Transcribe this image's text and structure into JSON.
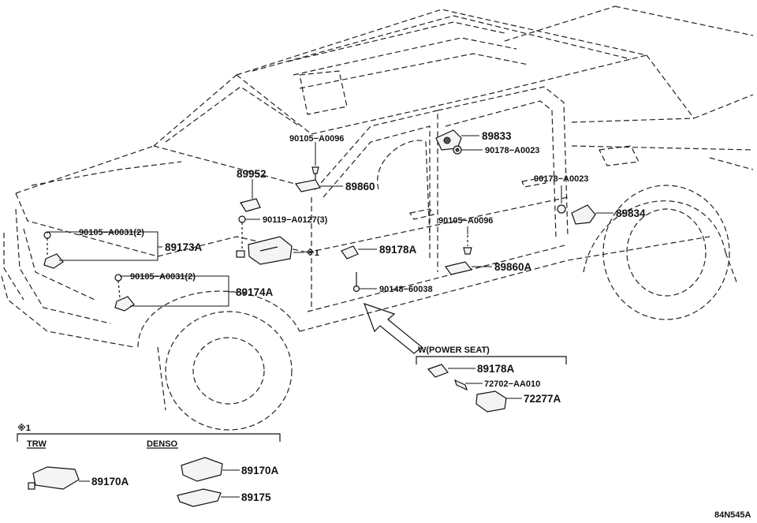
{
  "diagram_code": "84N545A",
  "mark_note": "※1",
  "callouts": {
    "p89833": "89833",
    "p90178_a": "90178−A0023",
    "p90105_a": "90105−A0096",
    "p89952": "89952",
    "p89860": "89860",
    "p90119": "90119−A0127(3)",
    "p90105_c": "90105−A0031(2)",
    "p89173a": "89173A",
    "p90105_d": "90105−A0031(2)",
    "p89174a": "89174A",
    "p89178a_main": "89178A",
    "p90148": "90148−60038",
    "p90105_b": "90105−A0096",
    "p89860a": "89860A",
    "p90178_b": "90178−A0023",
    "p89834": "89834",
    "mark_on_ecu": "※1"
  },
  "power_seat": {
    "title": "W(POWER SEAT)",
    "p89178a": "89178A",
    "p72702": "72702−AA010",
    "p72277a": "72277A"
  },
  "variants": {
    "note": "※1",
    "trw_label": "TRW",
    "trw_part": "89170A",
    "denso_label": "DENSO",
    "denso_part1": "89170A",
    "denso_part2": "89175"
  }
}
